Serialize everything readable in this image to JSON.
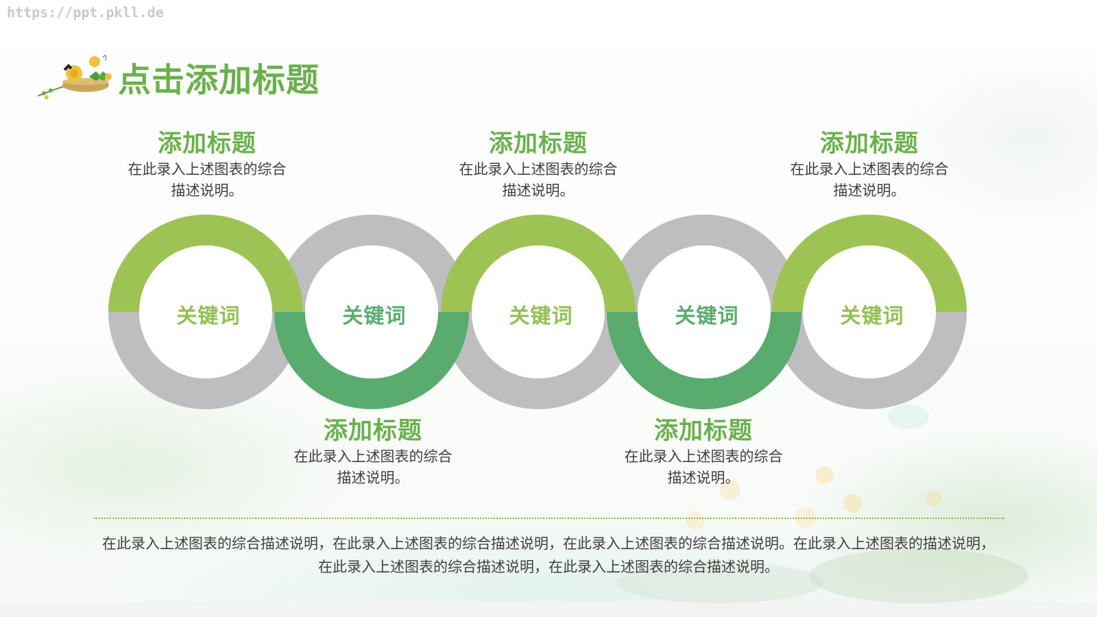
{
  "watermark": "https://ppt.pkll.de",
  "page_title": "点击添加标题",
  "colors": {
    "light_green": "#9cc354",
    "dark_green": "#5aac6e",
    "gray": "#bebec0",
    "title_green": "#6ab04c",
    "text_gray": "#3f3f3f"
  },
  "rings": [
    {
      "keyword": "关键词",
      "colored_half": "top",
      "color": "#9cc354"
    },
    {
      "keyword": "关键词",
      "colored_half": "bottom",
      "color": "#5aac6e"
    },
    {
      "keyword": "关键词",
      "colored_half": "top",
      "color": "#9cc354"
    },
    {
      "keyword": "关键词",
      "colored_half": "bottom",
      "color": "#5aac6e"
    },
    {
      "keyword": "关键词",
      "colored_half": "top",
      "color": "#9cc354"
    }
  ],
  "blocks": [
    {
      "title": "添加标题",
      "desc": "在此录入上述图表的综合描述说明。",
      "position": "above"
    },
    {
      "title": "添加标题",
      "desc": "在此录入上述图表的综合描述说明。",
      "position": "below"
    },
    {
      "title": "添加标题",
      "desc": "在此录入上述图表的综合描述说明。",
      "position": "above"
    },
    {
      "title": "添加标题",
      "desc": "在此录入上述图表的综合描述说明。",
      "position": "below"
    },
    {
      "title": "添加标题",
      "desc": "在此录入上述图表的综合描述说明。",
      "position": "above"
    }
  ],
  "summary": "在此录入上述图表的综合描述说明，在此录入上述图表的综合描述说明，在此录入上述图表的综合描述说明。在此录入上述图表的描述说明，在此录入上述图表的综合描述说明，在此录入上述图表的综合描述说明。"
}
